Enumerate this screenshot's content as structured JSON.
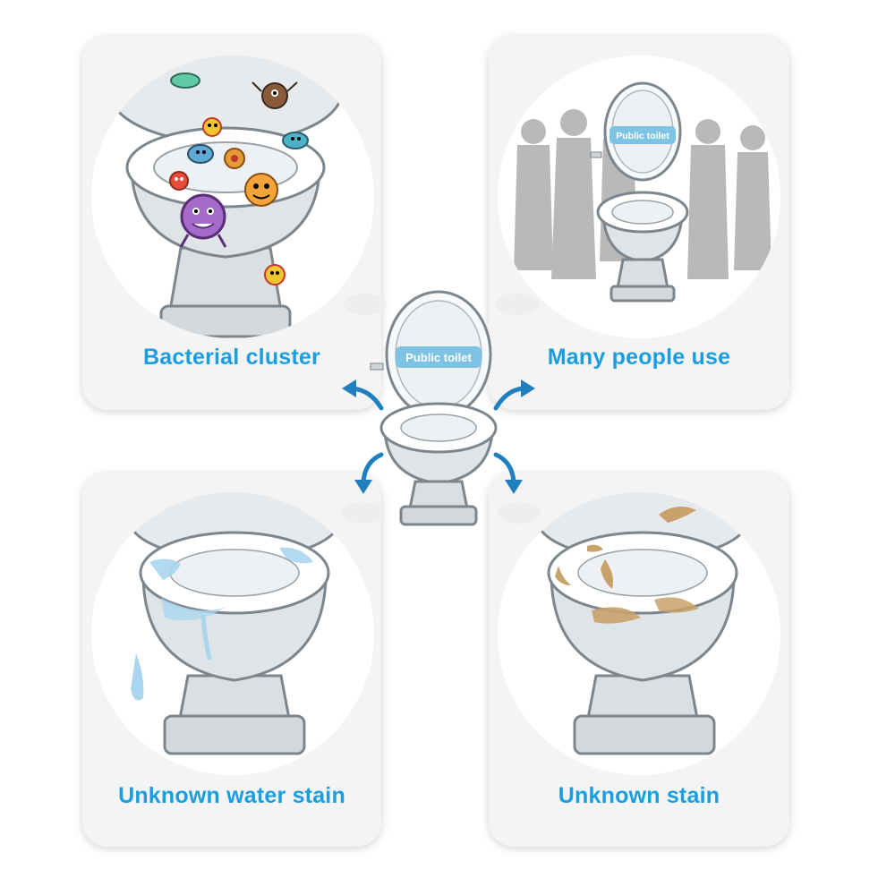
{
  "cards": [
    {
      "id": "bacterial",
      "caption": "Bacterial cluster"
    },
    {
      "id": "people",
      "caption": "Many people use"
    },
    {
      "id": "water",
      "caption": "Unknown water stain"
    },
    {
      "id": "stain",
      "caption": "Unknown stain"
    }
  ],
  "sign_text": "Public toilet",
  "colors": {
    "caption": "#1b9ee0",
    "sign": "#7ec3e3",
    "toilet_body": "#d9dfe3",
    "toilet_outline": "#7d868c",
    "silhouette": "#b9b9b9",
    "water": "#a9d5ee",
    "stain": "#c8a16b",
    "arrow": "#1f7fbf"
  },
  "icons": [
    "germ-icon",
    "person-silhouette-icon",
    "water-drop-icon",
    "arrow-icon",
    "toilet-icon"
  ]
}
